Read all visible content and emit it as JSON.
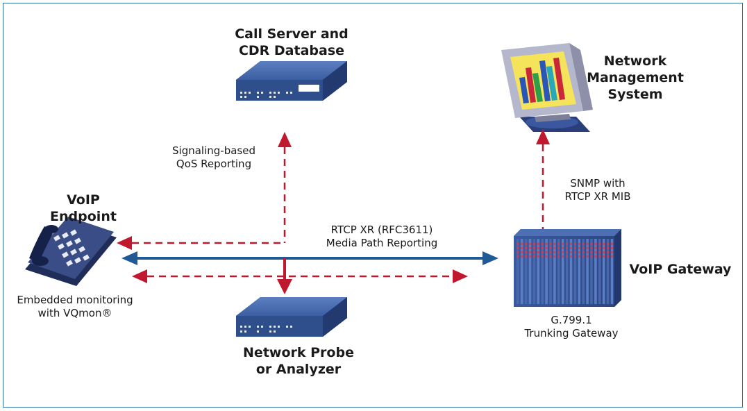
{
  "nodes": {
    "call_server": {
      "line1": "Call Server and",
      "line2": "CDR Database"
    },
    "nms": {
      "line1": "Network",
      "line2": "Management",
      "line3": "System"
    },
    "voip_endpoint": {
      "line1": "VoIP",
      "line2": "Endpoint"
    },
    "embedded": {
      "line1": "Embedded monitoring",
      "line2": "with VQmon®"
    },
    "probe": {
      "line1": "Network Probe",
      "line2": "or Analyzer"
    },
    "gateway": {
      "title": "VoIP Gateway",
      "line1": "G.799.1",
      "line2": "Trunking Gateway"
    }
  },
  "links": {
    "signaling": {
      "line1": "Signaling-based",
      "line2": "QoS Reporting"
    },
    "snmp": {
      "line1": "SNMP with",
      "line2": "RTCP XR MIB"
    },
    "rtcp": {
      "line1": "RTCP XR (RFC3611)",
      "line2": "Media Path Reporting"
    }
  },
  "colors": {
    "frame": "#2d6f9c",
    "media_arrow": "#1f5a96",
    "report_arrow": "#c0182f",
    "device": "#2e4f8c"
  }
}
